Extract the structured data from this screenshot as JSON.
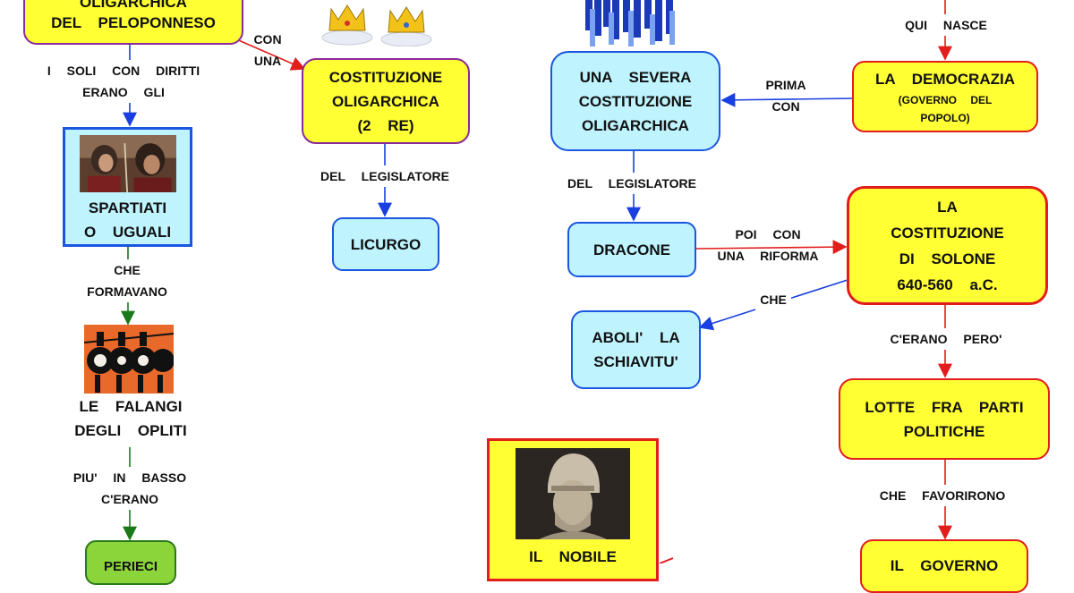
{
  "nodes": {
    "peloponneso": [
      "OLIGARCHICA",
      "DEL PELOPONNESO"
    ],
    "costituzione_oligarchica": [
      "COSTITUZIONE",
      "OLIGARCHICA",
      "(2 RE)"
    ],
    "licurgo": [
      "LICURGO"
    ],
    "spartiati": [
      "SPARTIATI",
      "O UGUALI"
    ],
    "falangi": [
      "LE FALANGI",
      "DEGLI OPLITI"
    ],
    "perieci": [
      "PERIECI"
    ],
    "severa": [
      "UNA SEVERA",
      "COSTITUZIONE",
      "OLIGARCHICA"
    ],
    "democrazia": [
      "LA DEMOCRAZIA"
    ],
    "democrazia_sub": [
      "(GOVERNO DEL",
      "POPOLO)"
    ],
    "dracone": [
      "DRACONE"
    ],
    "solone": [
      "LA",
      "COSTITUZIONE",
      "DI SOLONE",
      "640-560 a.C."
    ],
    "aboli": [
      "ABOLI' LA",
      "SCHIAVITU'"
    ],
    "lotte": [
      "LOTTE FRA PARTI",
      "POLITICHE"
    ],
    "governo": [
      "IL GOVERNO"
    ],
    "nobile": [
      "IL NOBILE"
    ]
  },
  "links": {
    "con_una": [
      "CON",
      "UNA"
    ],
    "soli": [
      "I SOLI CON DIRITTI",
      "ERANO GLI"
    ],
    "del_legislatore_left": [
      "DEL LEGISLATORE"
    ],
    "che_formavano": [
      "CHE",
      "FORMAVANO"
    ],
    "piu_in_basso": [
      "PIU' IN BASSO",
      "C'ERANO"
    ],
    "qui_nasce": [
      "QUI NASCE"
    ],
    "prima_con": [
      "PRIMA",
      "CON"
    ],
    "del_legislatore_right": [
      "DEL LEGISLATORE"
    ],
    "poi_con": [
      "POI CON",
      "UNA RIFORMA"
    ],
    "che": [
      "CHE"
    ],
    "cerano_pero": [
      "C'ERANO PERO'"
    ],
    "che_favorirono": [
      "CHE FAVORIRONO"
    ]
  },
  "colors": {
    "yellow": "#ffff33",
    "cyan": "#bff4ff",
    "green": "#8bd43a",
    "border_purple": "#8b2a9a",
    "border_blue": "#1a56e0",
    "border_red": "#e31c1c",
    "border_green": "#2a7a1a",
    "arrow_blue": "#1a3fe0",
    "arrow_red": "#e31c1c",
    "arrow_green": "#1a7a1a"
  },
  "icons": [
    "crown-icon",
    "crowd-icon",
    "spartan-warriors-image",
    "hoplite-phalanx-image",
    "pericles-bust-image"
  ]
}
